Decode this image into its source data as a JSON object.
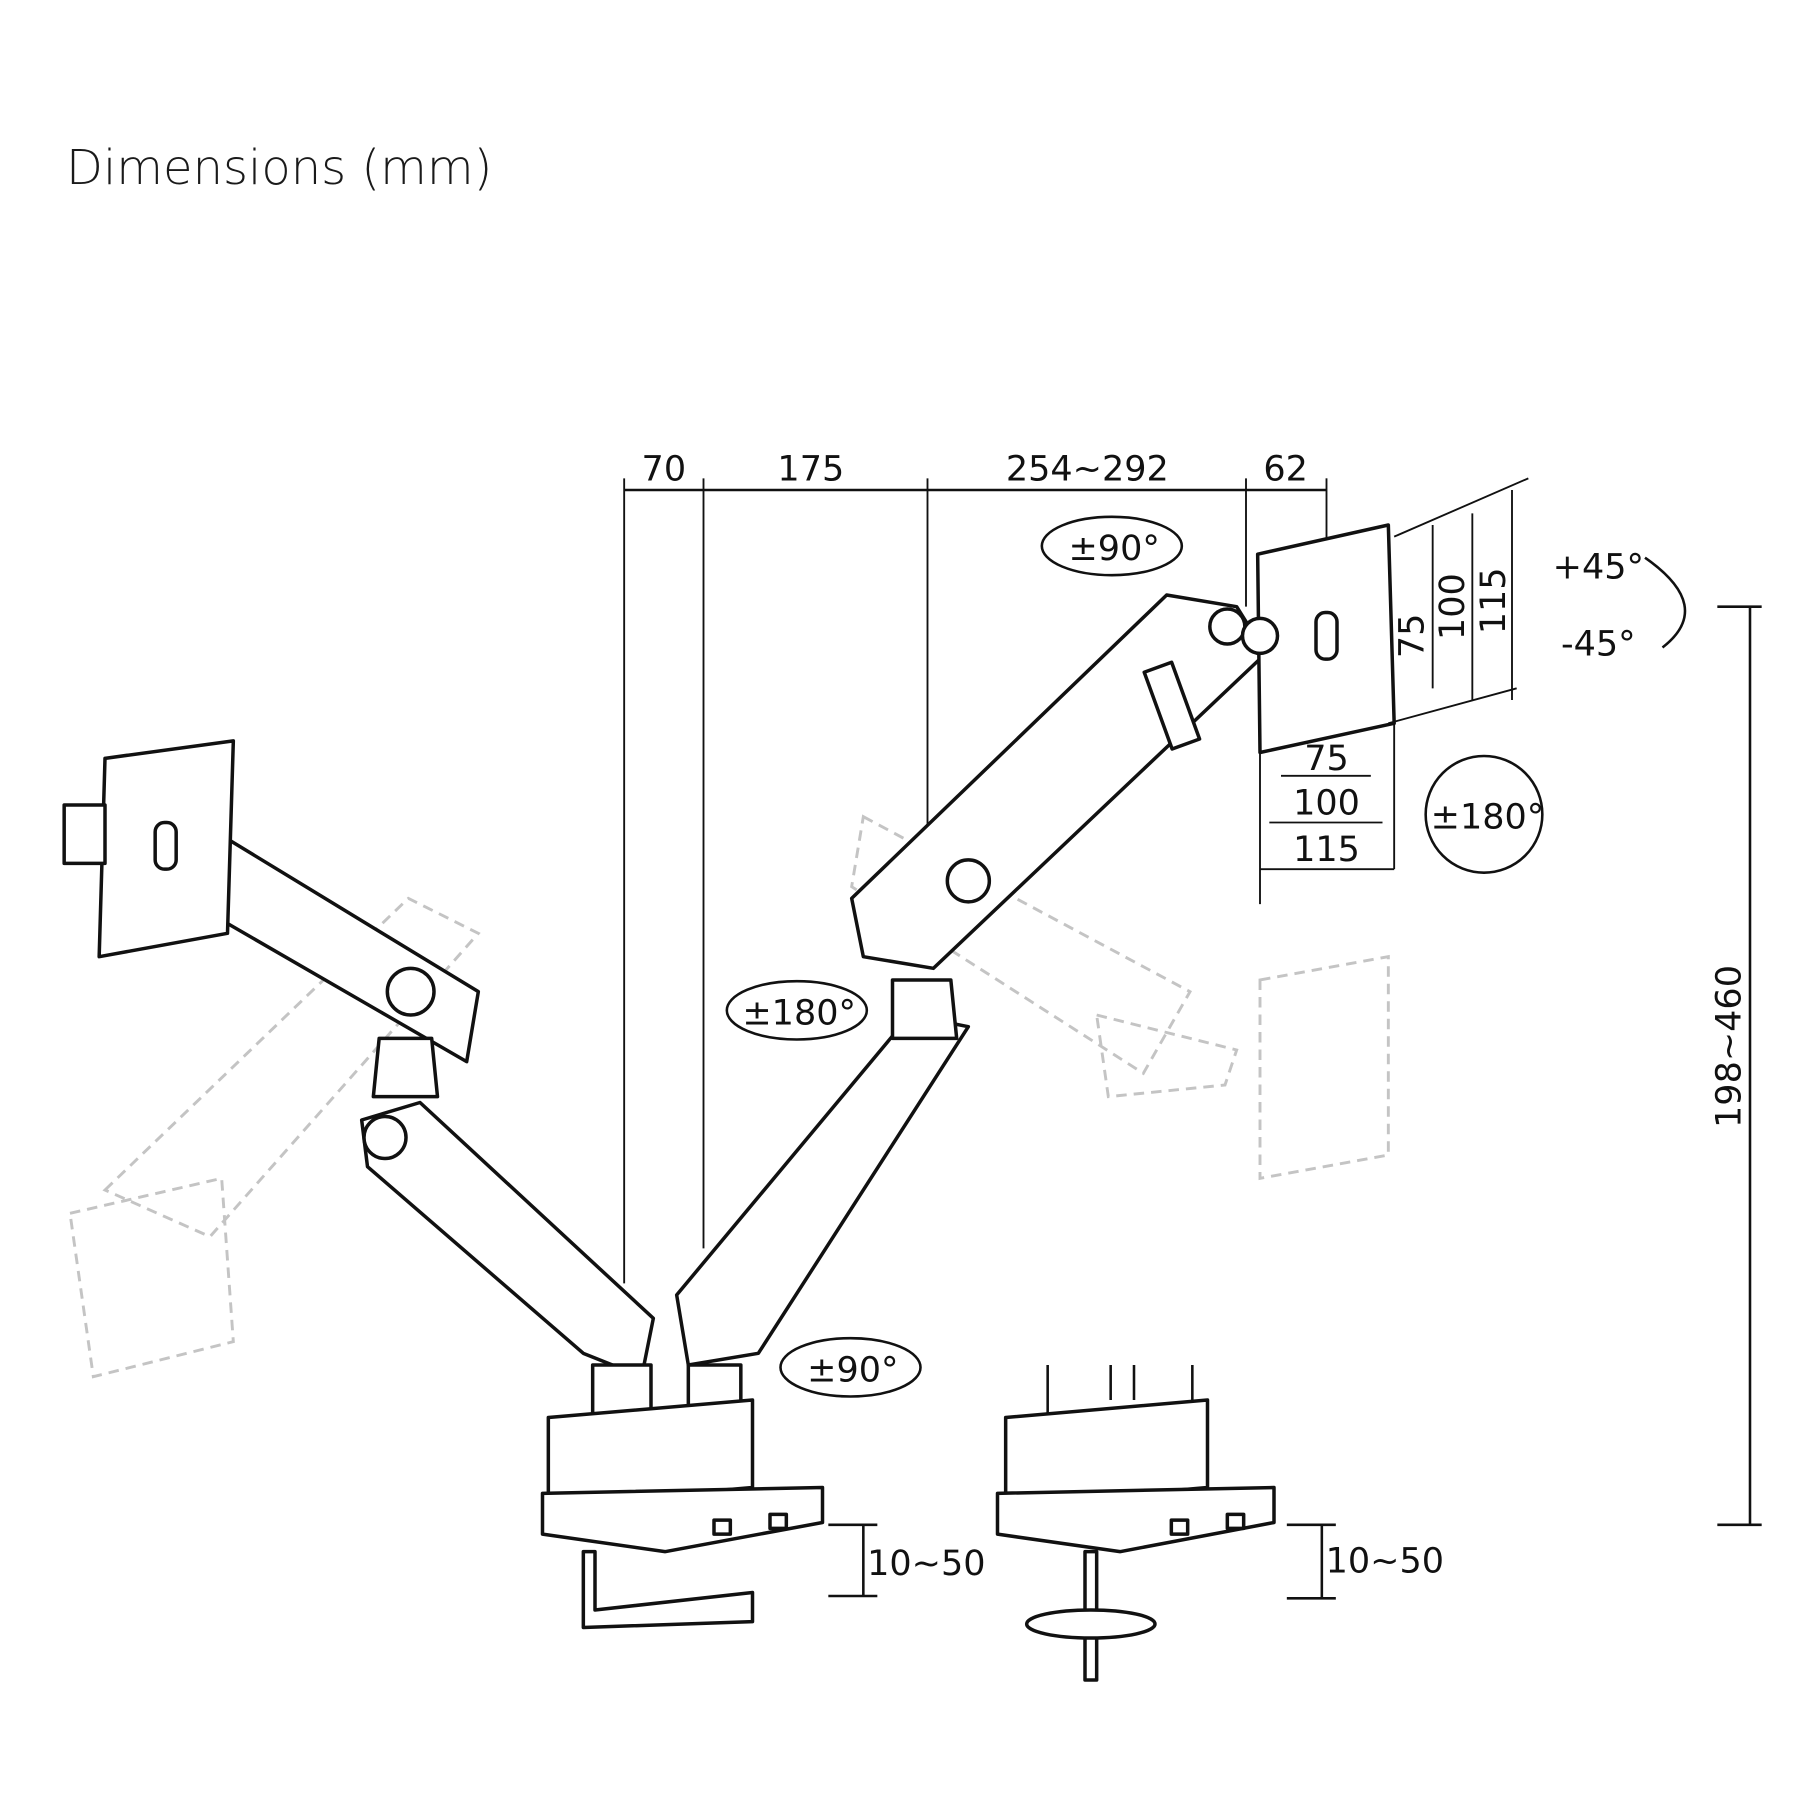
{
  "title": "Dimensions (mm)",
  "dimensions": {
    "top": [
      "70",
      "175",
      "254~292",
      "62"
    ],
    "vesa_vertical": [
      "75",
      "100",
      "115"
    ],
    "vesa_horizontal": [
      "75",
      "100",
      "115"
    ],
    "height_range": "198~460",
    "clamp_thickness_left": "10~50",
    "clamp_thickness_right": "10~50"
  },
  "rotations": {
    "arm_top": "±90°",
    "arm_middle": "±180°",
    "arm_base": "±90°",
    "tilt_up": "+45°",
    "tilt_down": "-45°",
    "rotate_screen": "±180°"
  }
}
